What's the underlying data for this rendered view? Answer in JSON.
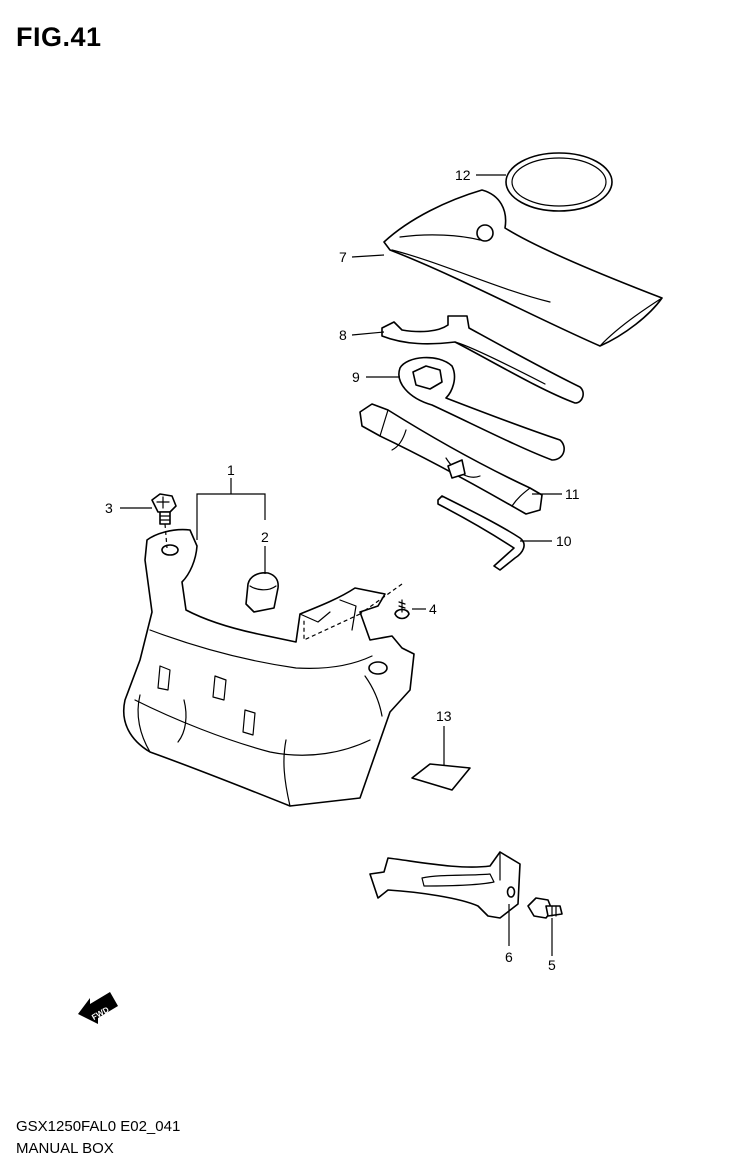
{
  "figure": {
    "title": "FIG.41"
  },
  "callouts": {
    "c1": "1",
    "c2": "2",
    "c3": "3",
    "c4": "4",
    "c5": "5",
    "c6": "6",
    "c7": "7",
    "c8": "8",
    "c9": "9",
    "c10": "10",
    "c11": "11",
    "c12": "12",
    "c13": "13"
  },
  "fwd_badge": "FWD",
  "footer": {
    "code": "GSX1250FAL0 E02_041",
    "name": "MANUAL BOX"
  }
}
